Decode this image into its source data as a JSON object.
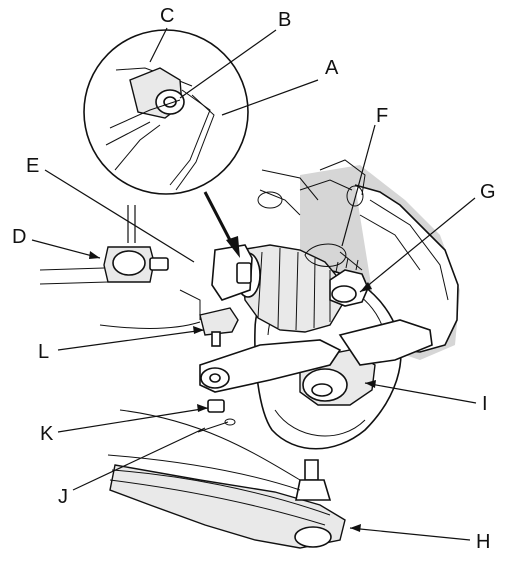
{
  "diagram": {
    "callouts": [
      {
        "id": "A",
        "text": "A"
      },
      {
        "id": "B",
        "text": "B"
      },
      {
        "id": "C",
        "text": "C"
      },
      {
        "id": "D",
        "text": "D"
      },
      {
        "id": "E",
        "text": "E"
      },
      {
        "id": "F",
        "text": "F"
      },
      {
        "id": "G",
        "text": "G"
      },
      {
        "id": "H",
        "text": "H"
      },
      {
        "id": "I",
        "text": "I"
      },
      {
        "id": "J",
        "text": "J"
      },
      {
        "id": "K",
        "text": "K"
      },
      {
        "id": "L",
        "text": "L"
      }
    ]
  }
}
